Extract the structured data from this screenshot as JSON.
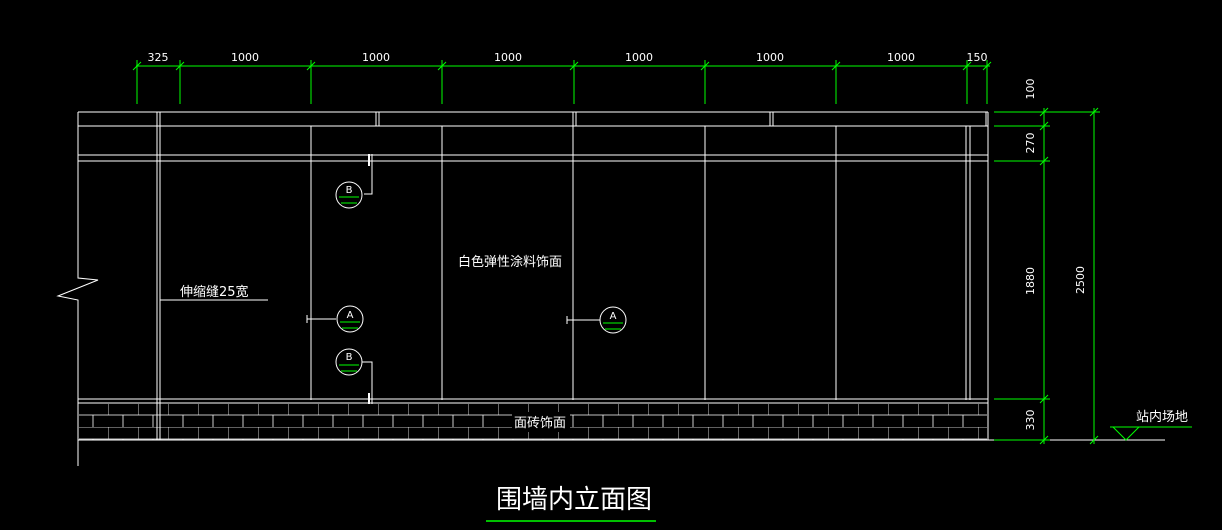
{
  "title": "围墙内立面图",
  "labels": {
    "coating": "白色弹性涂料饰面",
    "joint": "伸缩缝25宽",
    "tile": "面砖饰面",
    "ground": "站内场地"
  },
  "top_dimensions": [
    "325",
    "1000",
    "1000",
    "1000",
    "1000",
    "1000",
    "1000",
    "150"
  ],
  "right_dimensions": {
    "segments": [
      "100",
      "270",
      "1880",
      "330"
    ],
    "total": "2500"
  },
  "section_markers": {
    "b_top": "B",
    "a_left": "A",
    "b_bottom": "B",
    "a_right": "A"
  },
  "colors": {
    "background": "#000000",
    "lines": "#ffffff",
    "dimensions": "#00ff00"
  }
}
